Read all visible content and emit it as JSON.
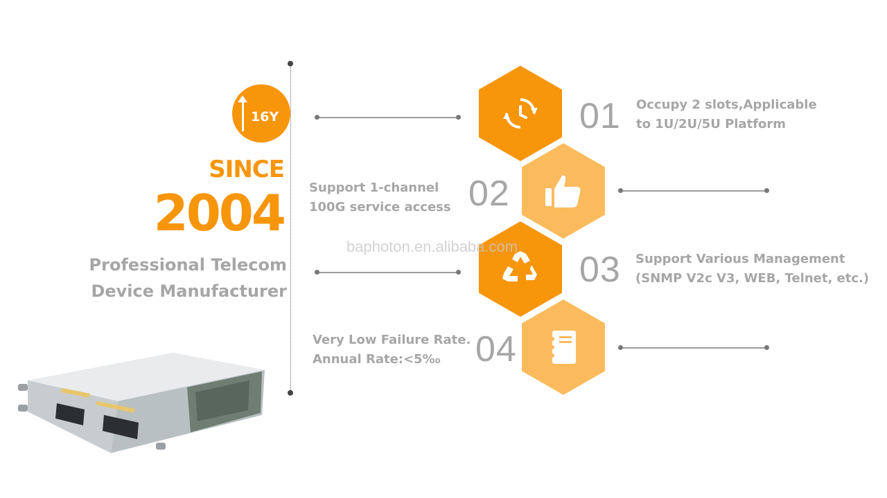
{
  "badge": {
    "text": "16Y",
    "icon": "up-arrow-icon"
  },
  "since_label": "SINCE",
  "year": "2004",
  "tagline": [
    "Professional Telecom",
    "Device Manufacturer"
  ],
  "watermark": "baphoton.en.alibaba.com",
  "features": [
    {
      "number": "01",
      "lines": [
        "Occupy 2 slots,Applicable",
        "to 1U/2U/5U Platform"
      ],
      "icon": "sync-clock-icon"
    },
    {
      "number": "02",
      "lines": [
        "Support 1-channel",
        "100G service access"
      ],
      "icon": "thumbs-up-icon"
    },
    {
      "number": "03",
      "lines": [
        "Support Various Management",
        "(SNMP V2c V3, WEB, Telnet, etc.)"
      ],
      "icon": "recycle-icon"
    },
    {
      "number": "04",
      "lines": [
        "Very Low Failure Rate.",
        "Annual Rate:<5‰"
      ],
      "icon": "notebook-icon"
    }
  ],
  "colors": {
    "accent": "#f7950b",
    "accent_light": "#fbbb5d",
    "text_gray": "#a6a6a6"
  }
}
